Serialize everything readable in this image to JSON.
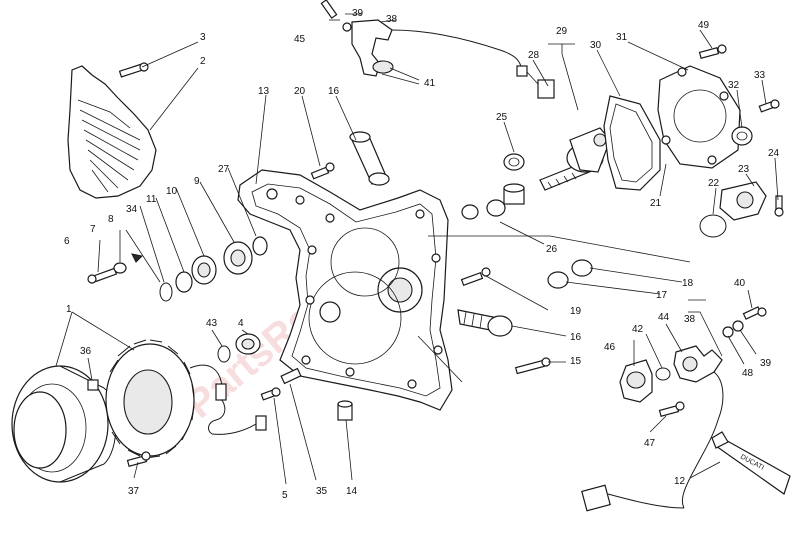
{
  "watermark": "PartsRepublik",
  "tube_label": "DUCATI",
  "callouts": [
    {
      "id": "c1",
      "text": "1"
    },
    {
      "id": "c2",
      "text": "2"
    },
    {
      "id": "c3",
      "text": "3"
    },
    {
      "id": "c4",
      "text": "4"
    },
    {
      "id": "c5",
      "text": "5"
    },
    {
      "id": "c6",
      "text": "6"
    },
    {
      "id": "c7",
      "text": "7"
    },
    {
      "id": "c8",
      "text": "8"
    },
    {
      "id": "c9",
      "text": "9"
    },
    {
      "id": "c10",
      "text": "10"
    },
    {
      "id": "c11",
      "text": "11"
    },
    {
      "id": "c12",
      "text": "12"
    },
    {
      "id": "c13",
      "text": "13"
    },
    {
      "id": "c14",
      "text": "14"
    },
    {
      "id": "c15",
      "text": "15"
    },
    {
      "id": "c16a",
      "text": "16"
    },
    {
      "id": "c16b",
      "text": "16"
    },
    {
      "id": "c17",
      "text": "17"
    },
    {
      "id": "c18",
      "text": "18"
    },
    {
      "id": "c19",
      "text": "19"
    },
    {
      "id": "c20",
      "text": "20"
    },
    {
      "id": "c21",
      "text": "21"
    },
    {
      "id": "c22",
      "text": "22"
    },
    {
      "id": "c23",
      "text": "23"
    },
    {
      "id": "c24",
      "text": "24"
    },
    {
      "id": "c25",
      "text": "25"
    },
    {
      "id": "c26",
      "text": "26"
    },
    {
      "id": "c27",
      "text": "27"
    },
    {
      "id": "c28",
      "text": "28"
    },
    {
      "id": "c29",
      "text": "29"
    },
    {
      "id": "c30",
      "text": "30"
    },
    {
      "id": "c31",
      "text": "31"
    },
    {
      "id": "c32",
      "text": "32"
    },
    {
      "id": "c33",
      "text": "33"
    },
    {
      "id": "c34",
      "text": "34"
    },
    {
      "id": "c35",
      "text": "35"
    },
    {
      "id": "c36",
      "text": "36"
    },
    {
      "id": "c37",
      "text": "37"
    },
    {
      "id": "c38a",
      "text": "38"
    },
    {
      "id": "c38b",
      "text": "38"
    },
    {
      "id": "c39a",
      "text": "39"
    },
    {
      "id": "c39b",
      "text": "39"
    },
    {
      "id": "c40",
      "text": "40"
    },
    {
      "id": "c41",
      "text": "41"
    },
    {
      "id": "c42",
      "text": "42"
    },
    {
      "id": "c43",
      "text": "43"
    },
    {
      "id": "c44",
      "text": "44"
    },
    {
      "id": "c45",
      "text": "45"
    },
    {
      "id": "c46",
      "text": "46"
    },
    {
      "id": "c47",
      "text": "47"
    },
    {
      "id": "c48",
      "text": "48"
    },
    {
      "id": "c49",
      "text": "49"
    }
  ]
}
